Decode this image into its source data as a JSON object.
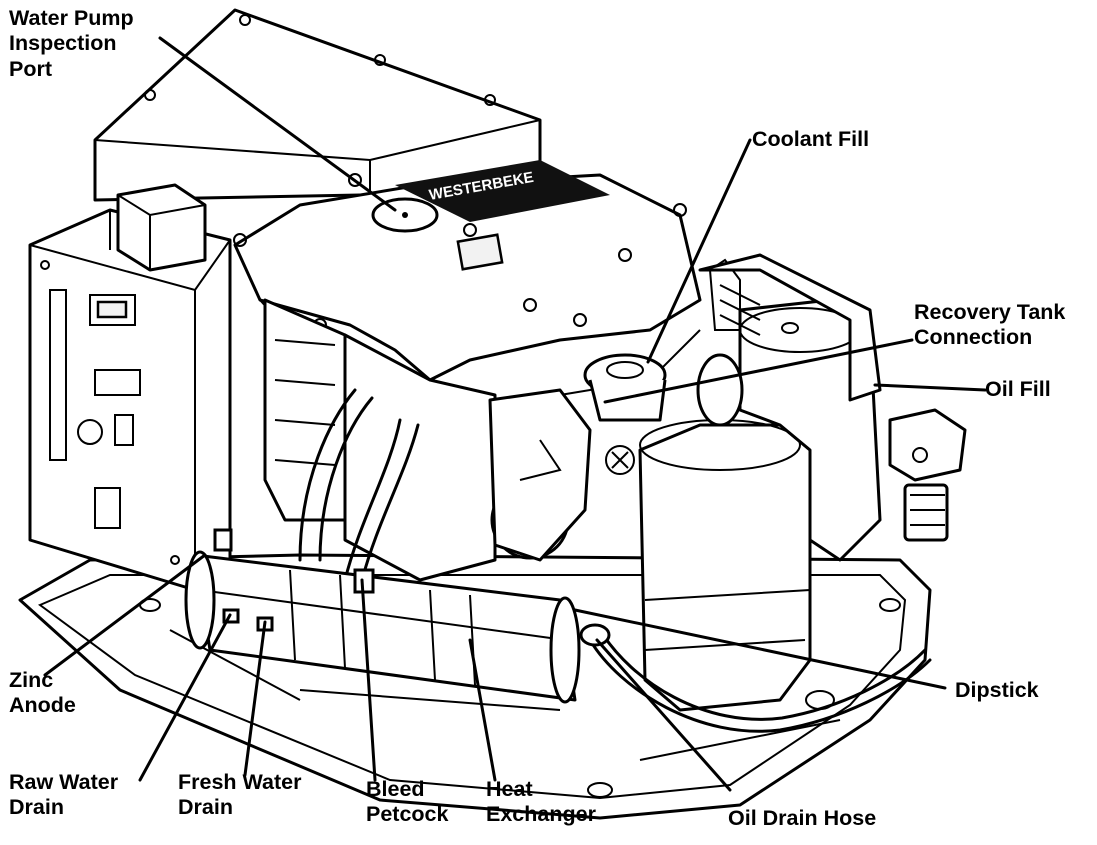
{
  "diagram": {
    "labels": [
      {
        "id": "water-pump-inspection-port",
        "lines": [
          "Water Pump",
          "Inspection",
          "Port"
        ]
      },
      {
        "id": "coolant-fill",
        "lines": [
          "Coolant Fill"
        ]
      },
      {
        "id": "recovery-tank-connection",
        "lines": [
          "Recovery Tank",
          "Connection"
        ]
      },
      {
        "id": "oil-fill",
        "lines": [
          "Oil Fill"
        ]
      },
      {
        "id": "zinc-anode",
        "lines": [
          "Zinc",
          "Anode"
        ]
      },
      {
        "id": "dipstick",
        "lines": [
          "Dipstick"
        ]
      },
      {
        "id": "raw-water-drain",
        "lines": [
          "Raw Water",
          "Drain"
        ]
      },
      {
        "id": "fresh-water-drain",
        "lines": [
          "Fresh Water",
          "Drain"
        ]
      },
      {
        "id": "bleed-petcock",
        "lines": [
          "Bleed",
          "Petcock"
        ]
      },
      {
        "id": "heat-exchanger",
        "lines": [
          "Heat",
          "Exchanger"
        ]
      },
      {
        "id": "oil-drain-hose",
        "lines": [
          "Oil Drain Hose"
        ]
      }
    ],
    "nameplate": "WESTERBEKE"
  }
}
